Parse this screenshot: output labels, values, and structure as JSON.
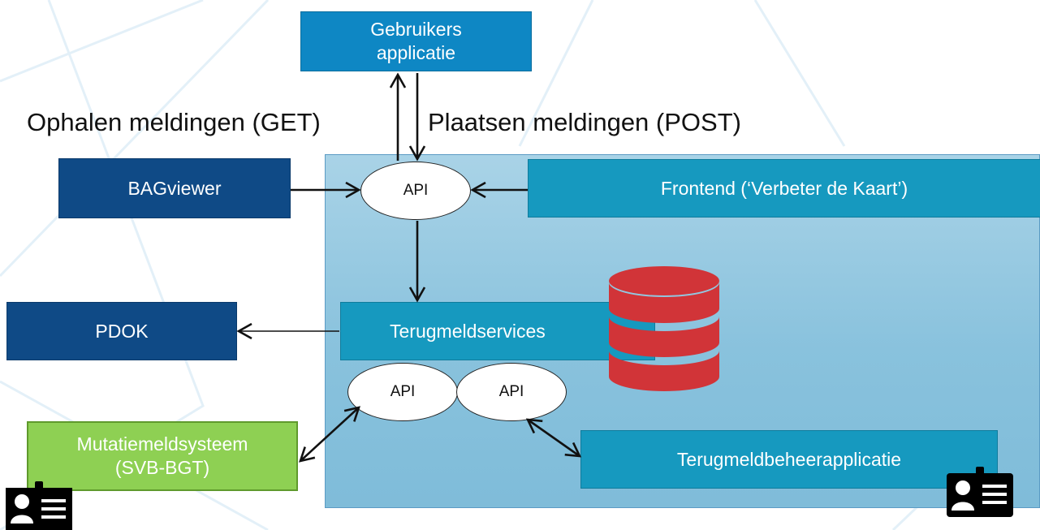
{
  "diagram": {
    "boxes": {
      "gebruikers": {
        "line1": "Gebruikers",
        "line2": "applicatie"
      },
      "bagviewer": "BAGviewer",
      "frontend": "Frontend (‘Verbeter de Kaart’)",
      "pdok": "PDOK",
      "terugmeldservices": "Terugmeldservices",
      "mutatie": {
        "line1": "Mutatiemeldsysteem",
        "line2": "(SVB-BGT)"
      },
      "beheer": "Terugmeldbeheerapplicatie"
    },
    "apis": {
      "top": "API",
      "left": "API",
      "right": "API"
    },
    "labels": {
      "get": "Ophalen meldingen (GET)",
      "post": "Plaatsen meldingen (POST)"
    },
    "colors": {
      "dark_blue": "#0f4a86",
      "medium_blue": "#0e87c4",
      "teal": "#1699bf",
      "green": "#8ed053",
      "database_red": "#d13438",
      "area_light_blue": "#a9d3e7"
    },
    "icons": [
      "database-icon",
      "person-card-icon"
    ]
  }
}
